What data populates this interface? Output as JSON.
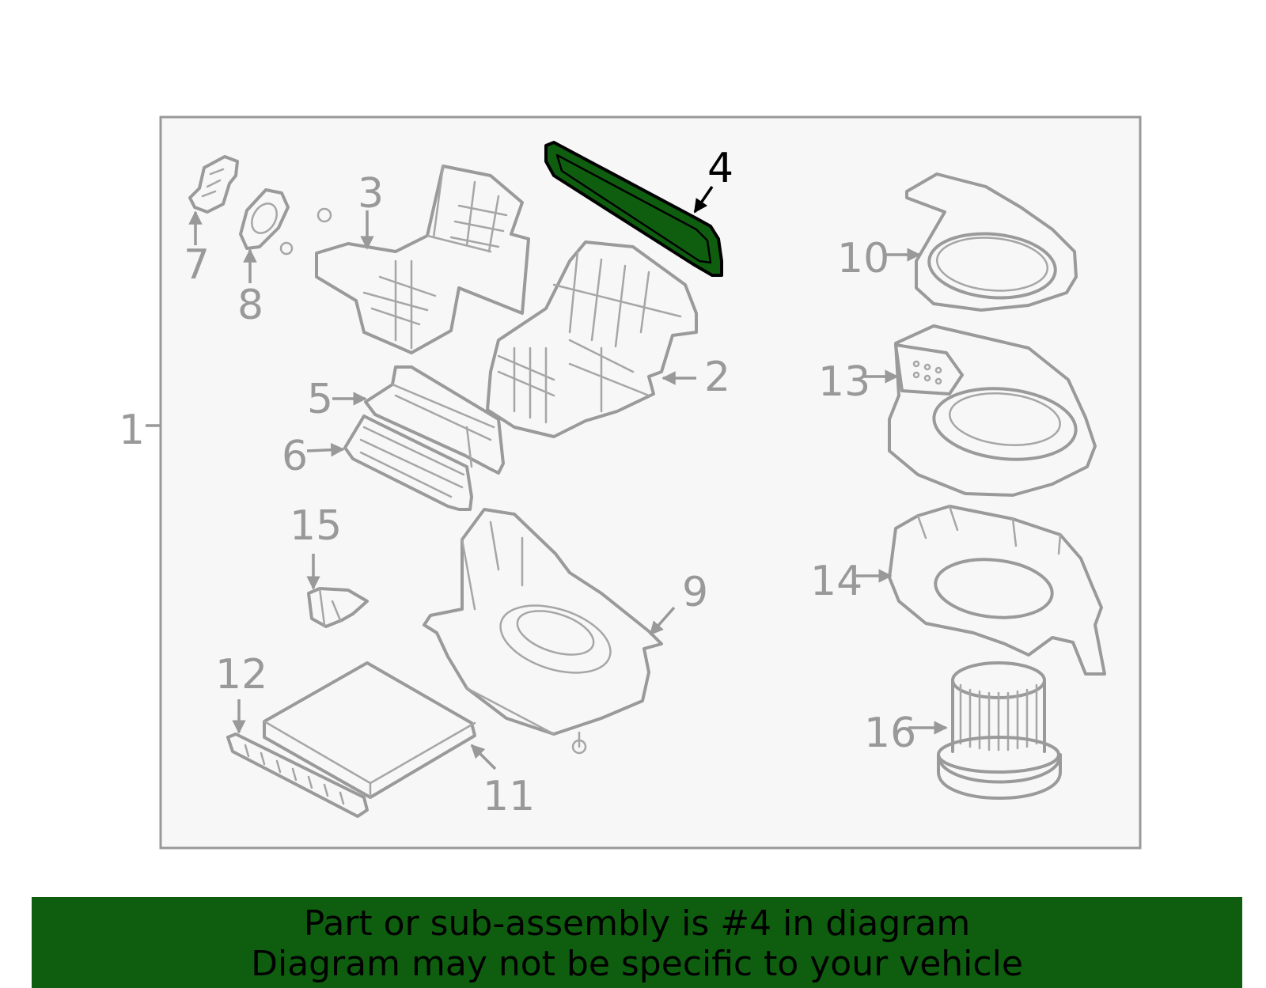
{
  "diagram": {
    "callouts": [
      "1",
      "2",
      "3",
      "4",
      "5",
      "6",
      "7",
      "8",
      "9",
      "10",
      "11",
      "12",
      "13",
      "14",
      "15",
      "16"
    ],
    "highlighted_part": "4",
    "colors": {
      "highlight_fill": "#0f5e0f",
      "frame_bg": "#f7f7f7",
      "line_gray": "#999999"
    }
  },
  "banner": {
    "line1": "Part or sub-assembly is #4 in diagram",
    "line2": "Diagram may not be specific to your vehicle"
  }
}
